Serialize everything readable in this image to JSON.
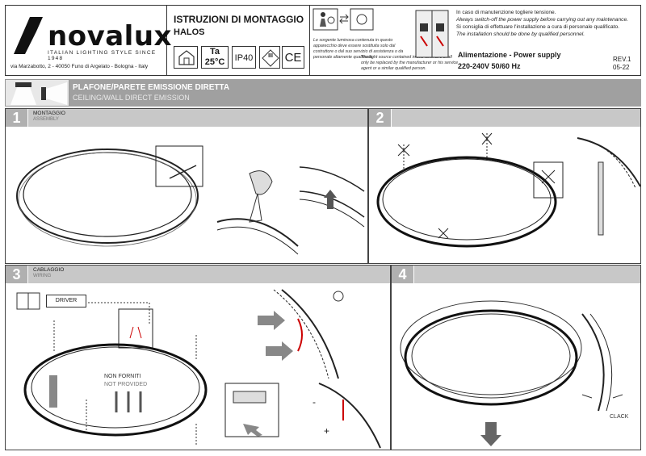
{
  "brand": {
    "name": "novalux",
    "tagline": "ITALIAN LIGHTING STYLE SINCE 1948",
    "address": "via Marzabotto, 2 - 40050 Funo di Argelato - Bologna - Italy"
  },
  "doc": {
    "title": "ISTRUZIONI DI MONTAGGIO",
    "product": "HALOS",
    "ta_label": "Ta",
    "ta_value": "25°C",
    "ip_rating": "IP40",
    "class_symbol": "III",
    "ce_mark": "CE"
  },
  "light_source_note": {
    "it": "Le sorgente luminosa contenuta in questo apparecchio deve essere sostituita solo dal costruttore o dal suo servizio di assistenza o da personale altamente qualificato.",
    "en": "The light source contained in this luminaire shall only be replaced by the manufacturer or his service agent or a similar qualified person."
  },
  "warnings": {
    "it1": "In caso di manutenzione togliere tensione.",
    "en1": "Always switch-off the power supply before carrying out any maintenance.",
    "it2": "Si consiglia di effettuare l'installazione a cura di personale qualificato.",
    "en2": "The installation should be done by qualified personnel.",
    "power_title": "Alimentazione - Power supply",
    "power_value": "220-240V 50/60 Hz",
    "rev": "REV.1",
    "rev_date": "05-22"
  },
  "section": {
    "title": "PLAFONE/PARETE EMISSIONE DIRETTA",
    "subtitle": "CEILING/WALL DIRECT EMISSION"
  },
  "steps": [
    {
      "num": "1",
      "label": "MONTAGGIO",
      "label_en": "ASSEMBLY"
    },
    {
      "num": "2",
      "label": "",
      "label_en": ""
    },
    {
      "num": "3",
      "label": "CABLAGGIO",
      "label_en": "WIRING"
    },
    {
      "num": "4",
      "label": "",
      "label_en": ""
    }
  ],
  "wiring": {
    "driver": "DRIVER",
    "not_supplied_it": "NON FORNITI",
    "not_supplied_en": "NOT PROVIDED",
    "minus": "-",
    "plus": "+"
  },
  "step4": {
    "clack": "CLACK"
  }
}
